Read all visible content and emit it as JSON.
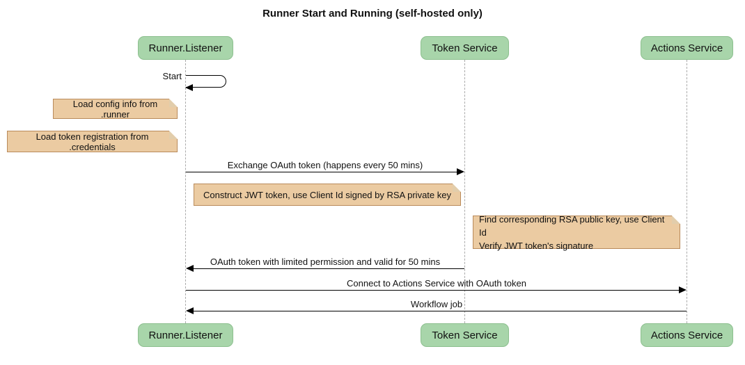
{
  "title": "Runner Start and Running (self-hosted only)",
  "participants": [
    {
      "name": "Runner.Listener"
    },
    {
      "name": "Token Service"
    },
    {
      "name": "Actions Service"
    }
  ],
  "messages": [
    {
      "from": "Runner.Listener",
      "to": "Runner.Listener",
      "type": "self",
      "label": "Start"
    },
    {
      "from": "Runner.Listener",
      "to": "Token Service",
      "type": "solid-right",
      "label": "Exchange OAuth token (happens every 50 mins)"
    },
    {
      "from": "Token Service",
      "to": "Runner.Listener",
      "type": "solid-left",
      "label": "OAuth token with limited permission and valid for 50 mins"
    },
    {
      "from": "Runner.Listener",
      "to": "Actions Service",
      "type": "solid-right",
      "label": "Connect to Actions Service with OAuth token"
    },
    {
      "from": "Actions Service",
      "to": "Runner.Listener",
      "type": "solid-left",
      "label": "Workflow job"
    }
  ],
  "notes": [
    {
      "position": "left of Runner.Listener",
      "text": "Load config info from .runner"
    },
    {
      "position": "left of Runner.Listener",
      "text": "Load token registration from .credentials"
    },
    {
      "position": "over Runner.Listener, Token Service",
      "text": "Construct JWT token, use Client Id signed by RSA private key"
    },
    {
      "position": "right of Token Service",
      "text": "Find corresponding RSA public key, use Client Id\nVerify JWT token's signature"
    }
  ],
  "colors": {
    "background": "#ffffff",
    "participant_fill": "#a8d5aa",
    "participant_border": "#8cbf8e",
    "note_fill": "#ebcba2",
    "note_border": "#b98a5a",
    "note_fold": "#e2cdab",
    "lifeline": "#aaaaaa",
    "arrow": "#000000",
    "text": "#111111"
  }
}
